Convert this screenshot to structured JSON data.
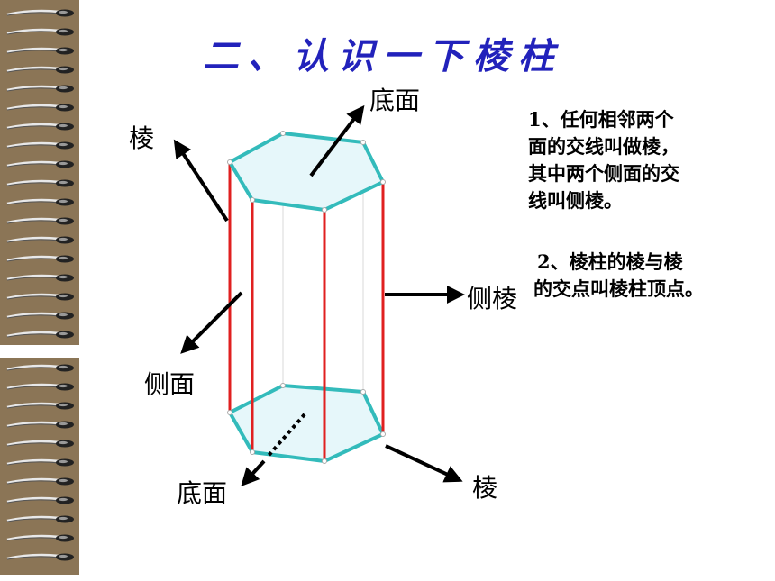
{
  "title": "二、认识一下棱柱",
  "labels": {
    "top_base": "底面",
    "bottom_base": "底面",
    "edge_top_left": "棱",
    "edge_bottom_right": "棱",
    "lateral_edge": "侧棱",
    "lateral_face": "侧面"
  },
  "notes": {
    "note1": [
      "1、任何相邻两个",
      "面的交线叫做棱，",
      "其中两个侧面的交",
      "线叫侧棱。"
    ],
    "note2": [
      "2、棱柱的棱与棱",
      "的交点叫棱柱顶点。"
    ]
  },
  "colors": {
    "title": "#2222bb",
    "base_edge": "#33bbbb",
    "base_fill": "#e6f7fa",
    "lateral_edge": "#e02020",
    "binding": "#8b7556"
  },
  "icons": [
    "spiral-binding-icon",
    "arrow-icon"
  ]
}
